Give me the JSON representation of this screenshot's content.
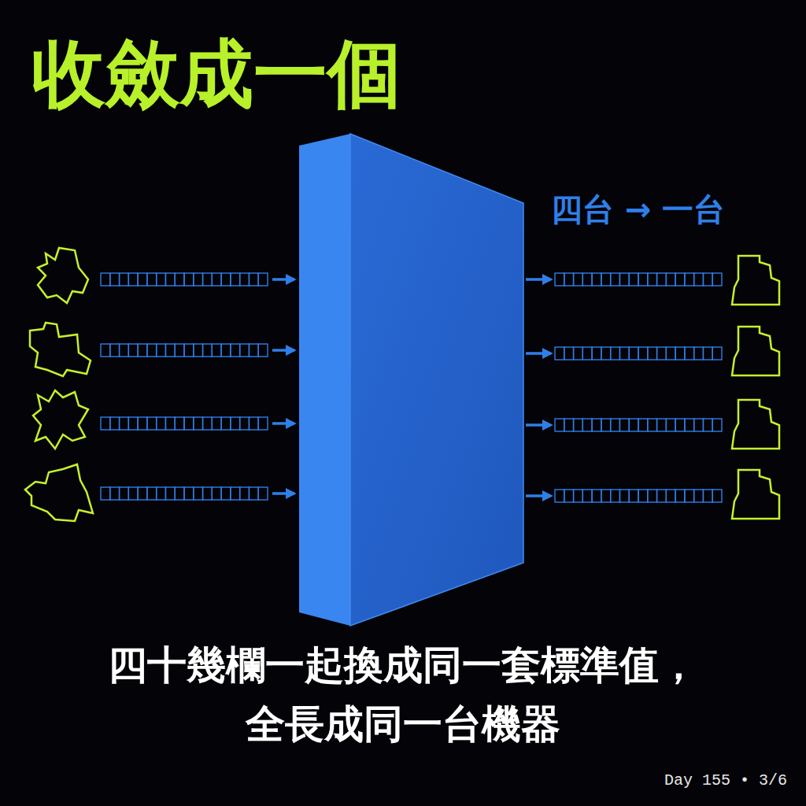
{
  "diagram": {
    "title": "收斂成一個",
    "caption": "四十幾欄一起換成同一套標準值， 全長成同一台機器",
    "labels": [
      "四台 → 一台",
      "Day 155 • 3/6"
    ]
  }
}
